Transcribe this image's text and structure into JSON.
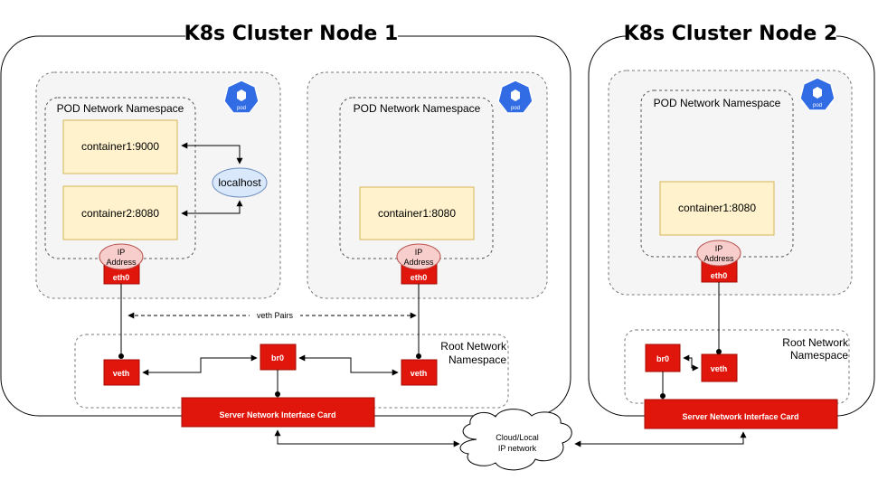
{
  "nodes": [
    {
      "title": "K8s Cluster Node 1",
      "pods": [
        {
          "namespace_label": "POD Network Namespace",
          "pod_icon_label": "pod",
          "containers": [
            "container1:9000",
            "container2:8080"
          ],
          "localhost_label": "localhost",
          "ip_label": [
            "IP",
            "Address"
          ],
          "eth_label": "eth0",
          "veth_label": "veth"
        },
        {
          "namespace_label": "POD Network Namespace",
          "pod_icon_label": "pod",
          "containers": [
            "container1:8080"
          ],
          "ip_label": [
            "IP",
            "Address"
          ],
          "eth_label": "eth0",
          "veth_label": "veth"
        }
      ],
      "veth_pairs_label": "veth Pairs",
      "root_namespace_label": [
        "Root Network",
        "Namespace"
      ],
      "bridge_label": "br0",
      "nic_label": "Server Network Interface Card"
    },
    {
      "title": "K8s Cluster Node 2",
      "pods": [
        {
          "namespace_label": "POD Network Namespace",
          "pod_icon_label": "pod",
          "containers": [
            "container1:8080"
          ],
          "ip_label": [
            "IP",
            "Address"
          ],
          "eth_label": "eth0",
          "veth_label": "veth"
        }
      ],
      "root_namespace_label": [
        "Root Network",
        "Namespace"
      ],
      "bridge_label": "br0",
      "nic_label": "Server Network Interface Card"
    }
  ],
  "cloud_label": [
    "Cloud/Local",
    "IP network"
  ],
  "colors": {
    "red": "#e0150b",
    "red_dark": "#a50e05",
    "container_fill": "#fff2cc",
    "container_stroke": "#d6b656",
    "pink_fill": "#f8cecc",
    "pink_stroke": "#b85450",
    "localhost_fill": "#dae8fc",
    "localhost_stroke": "#6c8ebf",
    "pod_icon": "#326ce5"
  }
}
